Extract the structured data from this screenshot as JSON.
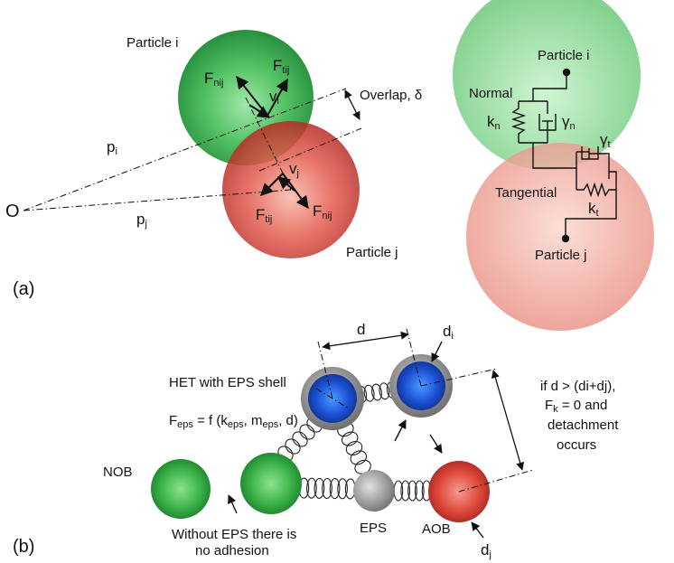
{
  "colors": {
    "green": "#2fa844",
    "red": "#d9443a",
    "blue": "#1b4fc9",
    "grey_shell": "#8a8a8a",
    "eps_grey": "#9a9a9a",
    "line": "#111111"
  },
  "panel_a": {
    "label": "(a)",
    "origin_label": "O",
    "particle_i": "Particle i",
    "particle_j": "Particle j",
    "pi": {
      "main": "p",
      "sub": "i"
    },
    "pj": {
      "main": "p",
      "sub": "j"
    },
    "vi": {
      "main": "v",
      "sub": "i"
    },
    "vj": {
      "main": "v",
      "sub": "j"
    },
    "fnij_i": {
      "main": "F",
      "sub": "nij"
    },
    "ftij_i": {
      "main": "F",
      "sub": "tij"
    },
    "fnij_j": {
      "main": "F",
      "sub": "nij"
    },
    "ftij_j": {
      "main": "F",
      "sub": "tij"
    },
    "overlap": "Overlap, δ",
    "right_particle_i": "Particle i",
    "right_particle_j": "Particle j",
    "normal": "Normal",
    "tangential": "Tangential",
    "kn": {
      "main": "k",
      "sub": "n"
    },
    "gn": {
      "main": "γ",
      "sub": "n"
    },
    "kt": {
      "main": "k",
      "sub": "t"
    },
    "gt": {
      "main": "γ",
      "sub": "t"
    }
  },
  "panel_b": {
    "label": "(b)",
    "het": "HET with EPS shell",
    "feps_prefix": {
      "main": "F",
      "sub": "eps"
    },
    "feps_eq": " = f (k",
    "feps_k_sub": "eps",
    "feps_m": ", m",
    "feps_m_sub": "eps",
    "feps_end": ", d)",
    "nob": "NOB",
    "eps": "EPS",
    "aob": "AOB",
    "no_eps_line1": "Without EPS there is",
    "no_eps_line2": "no adhesion",
    "d": "d",
    "di": {
      "main": "d",
      "sub": "i"
    },
    "dj": {
      "main": "d",
      "sub": "j"
    },
    "cond_line1": "if d > (di+dj),",
    "cond_line2": {
      "main": "F",
      "sub": "k",
      "rest": " = 0 and"
    },
    "cond_line3": "detachment",
    "cond_line4": "occurs"
  }
}
